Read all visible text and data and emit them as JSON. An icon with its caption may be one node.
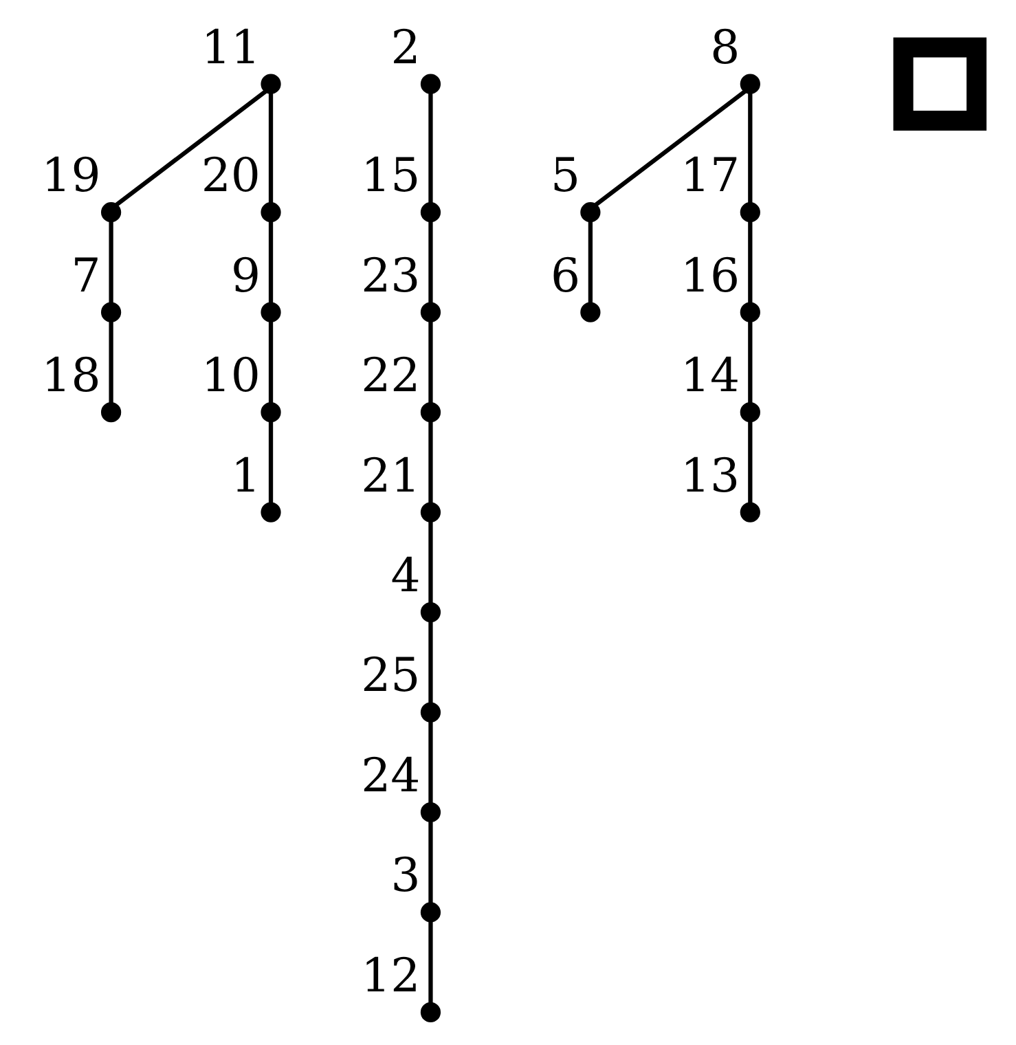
{
  "diagram": {
    "nodes": [
      {
        "text": [],
        "shape": "circle",
        "beside": [
          "1"
        ]
      },
      {
        "text": [],
        "shape": "circle",
        "beside": [
          "2"
        ]
      },
      {
        "text": [],
        "shape": "circle",
        "beside": [
          "3"
        ]
      },
      {
        "text": [],
        "shape": "circle",
        "beside": [
          "4"
        ]
      },
      {
        "text": [],
        "shape": "circle",
        "beside": [
          "5"
        ]
      },
      {
        "text": [],
        "shape": "circle",
        "beside": [
          "6"
        ]
      },
      {
        "text": [],
        "shape": "circle",
        "beside": [
          "7"
        ]
      },
      {
        "text": [],
        "shape": "circle",
        "beside": [
          "8"
        ]
      },
      {
        "text": [],
        "shape": "circle",
        "beside": [
          "9"
        ]
      },
      {
        "text": [],
        "shape": "circle",
        "beside": [
          "10"
        ]
      },
      {
        "text": [],
        "shape": "circle",
        "beside": [
          "11"
        ]
      },
      {
        "text": [],
        "shape": "circle",
        "beside": [
          "12"
        ]
      },
      {
        "text": [],
        "shape": "circle",
        "beside": [
          "13"
        ]
      },
      {
        "text": [],
        "shape": "circle",
        "beside": [
          "14"
        ]
      },
      {
        "text": [],
        "shape": "circle",
        "beside": [
          "15"
        ]
      },
      {
        "text": [],
        "shape": "circle",
        "beside": [
          "16"
        ]
      },
      {
        "text": [],
        "shape": "circle",
        "beside": [
          "17"
        ]
      },
      {
        "text": [],
        "shape": "circle",
        "beside": [
          "18"
        ]
      },
      {
        "text": [],
        "shape": "circle",
        "beside": [
          "19"
        ]
      },
      {
        "text": [],
        "shape": "circle",
        "beside": [
          "20"
        ]
      },
      {
        "text": [],
        "shape": "circle",
        "beside": [
          "21"
        ]
      },
      {
        "text": [],
        "shape": "circle",
        "beside": [
          "22"
        ]
      },
      {
        "text": [],
        "shape": "circle",
        "beside": [
          "23"
        ]
      },
      {
        "text": [],
        "shape": "circle",
        "beside": [
          "24"
        ]
      },
      {
        "text": [],
        "shape": "circle",
        "beside": [
          "25"
        ]
      },
      {
        "text": [],
        "shape": "box"
      }
    ],
    "edges": [
      {
        "from": 10,
        "to": 19,
        "arrow": "none"
      },
      {
        "from": 19,
        "to": 8,
        "arrow": "none"
      },
      {
        "from": 8,
        "to": 9,
        "arrow": "none"
      },
      {
        "from": 9,
        "to": 0,
        "arrow": "none"
      },
      {
        "from": 10,
        "to": 18,
        "arrow": "none"
      },
      {
        "from": 18,
        "to": 6,
        "arrow": "none"
      },
      {
        "from": 6,
        "to": 17,
        "arrow": "none"
      },
      {
        "from": 7,
        "to": 16,
        "arrow": "none"
      },
      {
        "from": 7,
        "to": 4,
        "arrow": "none"
      },
      {
        "from": 4,
        "to": 5,
        "arrow": "none"
      },
      {
        "from": 16,
        "to": 15,
        "arrow": "none"
      },
      {
        "from": 15,
        "to": 13,
        "arrow": "none"
      },
      {
        "from": 13,
        "to": 12,
        "arrow": "none"
      },
      {
        "from": 1,
        "to": 14,
        "arrow": "none"
      },
      {
        "from": 14,
        "to": 22,
        "arrow": "none"
      },
      {
        "from": 22,
        "to": 21,
        "arrow": "none"
      },
      {
        "from": 21,
        "to": 20,
        "arrow": "none"
      },
      {
        "from": 20,
        "to": 3,
        "arrow": "none"
      },
      {
        "from": 3,
        "to": 24,
        "arrow": "none"
      },
      {
        "from": 24,
        "to": 23,
        "arrow": "none"
      },
      {
        "from": 23,
        "to": 2,
        "arrow": "none"
      },
      {
        "from": 2,
        "to": 11,
        "arrow": "none"
      }
    ]
  }
}
